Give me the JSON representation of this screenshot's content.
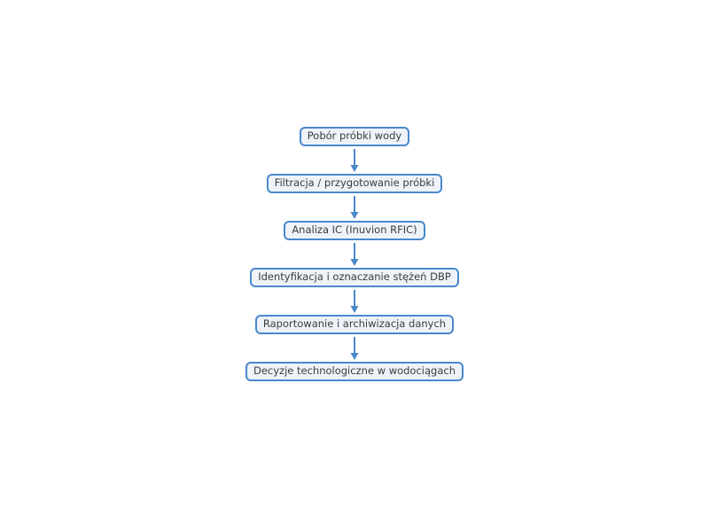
{
  "flowchart": {
    "direction": "top-down",
    "nodes": [
      {
        "label": "Pobór próbki wody"
      },
      {
        "label": "Filtracja / przygotowanie próbki"
      },
      {
        "label": "Analiza IC (Inuvion RFIC)"
      },
      {
        "label": "Identyfikacja i oznaczanie stężeń DBP"
      },
      {
        "label": "Raportowanie i archiwizacja danych"
      },
      {
        "label": "Decyzje technologiczne w wodociągach"
      }
    ],
    "colors": {
      "node_border": "#4a89cc",
      "node_fill": "#eef3fa",
      "node_text": "#3b3b3b",
      "arrow": "#4a87c7",
      "background": "#ffffff"
    }
  }
}
